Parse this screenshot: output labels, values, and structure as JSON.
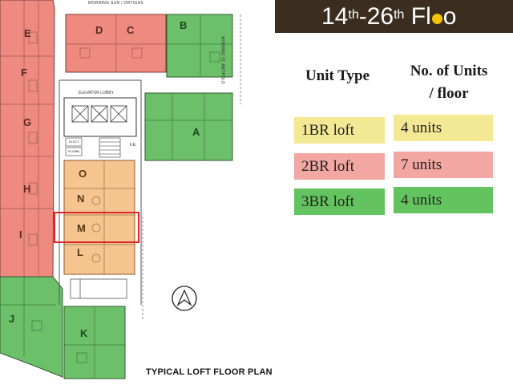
{
  "header": {
    "floors_from": "14",
    "sup1": "th",
    "dash": "-",
    "floors_to": "26",
    "sup2": "th",
    "word_prefix": "Fl",
    "word_suffix": "o"
  },
  "legend": {
    "col1": "Unit Type",
    "col2_line1": "No. of Units",
    "col2_line2": "/ floor",
    "rows": [
      {
        "type": "1BR loft",
        "count": "4 units",
        "color": "#f3e894"
      },
      {
        "type": "2BR loft",
        "count": "7 units",
        "color": "#f3a7a3"
      },
      {
        "type": "3BR loft",
        "count": "4 units",
        "color": "#63c35f"
      }
    ]
  },
  "plan": {
    "street_top": "MORNING SUN / ORTIGAS",
    "street_right": "MORNING ST. ANTIPOLO",
    "elevator_label": "ELEVATOR LOBBY",
    "elect_label": "ELECT.",
    "plumb_label": "PLUMB.",
    "fire_exit_label": "F.E.",
    "units": [
      "E",
      "F",
      "G",
      "H",
      "I",
      "D",
      "C",
      "B",
      "A",
      "O",
      "N",
      "M",
      "L",
      "J",
      "K"
    ],
    "highlighted_unit": "M",
    "colors": {
      "1br": "#f6c48f",
      "2br": "#ef8a80",
      "3br": "#6cc06a",
      "highlight": "#e0242a"
    }
  },
  "caption": "TYPICAL LOFT FLOOR PLAN"
}
